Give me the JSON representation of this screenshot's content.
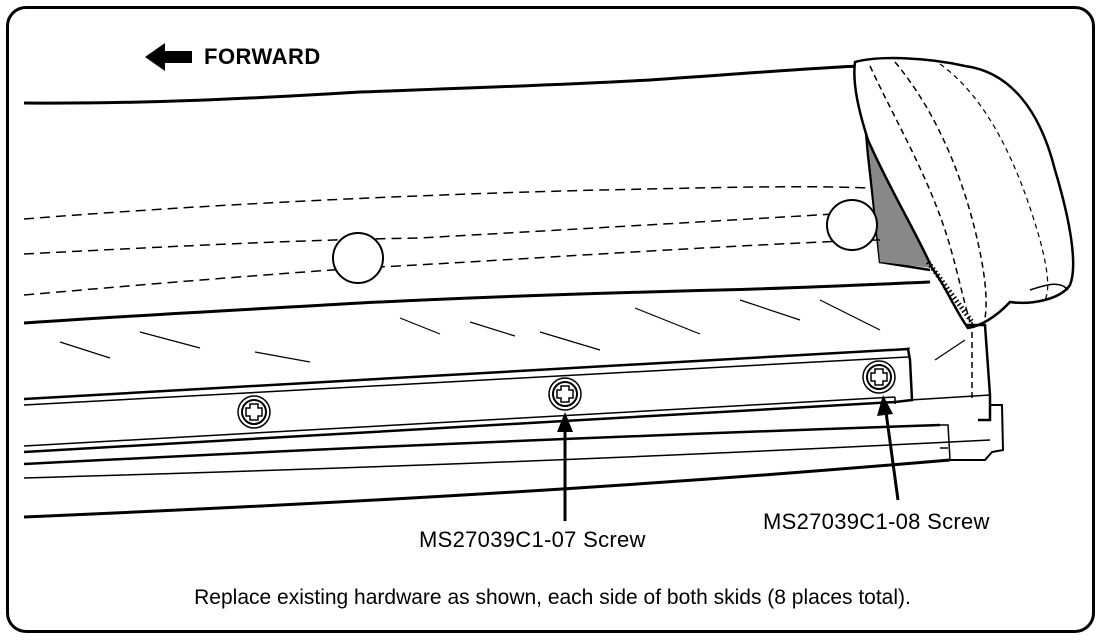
{
  "direction": {
    "label": "FORWARD",
    "icon": "arrow-left-icon"
  },
  "callouts": [
    {
      "id": "screw-07",
      "text": "MS27039C1-07 Screw"
    },
    {
      "id": "screw-08",
      "text": "MS27039C1-08 Screw"
    }
  ],
  "caption": "Replace existing hardware as shown, each side of both skids (8 places total).",
  "colors": {
    "line": "#000000",
    "background": "#ffffff",
    "shade": "#888888"
  }
}
